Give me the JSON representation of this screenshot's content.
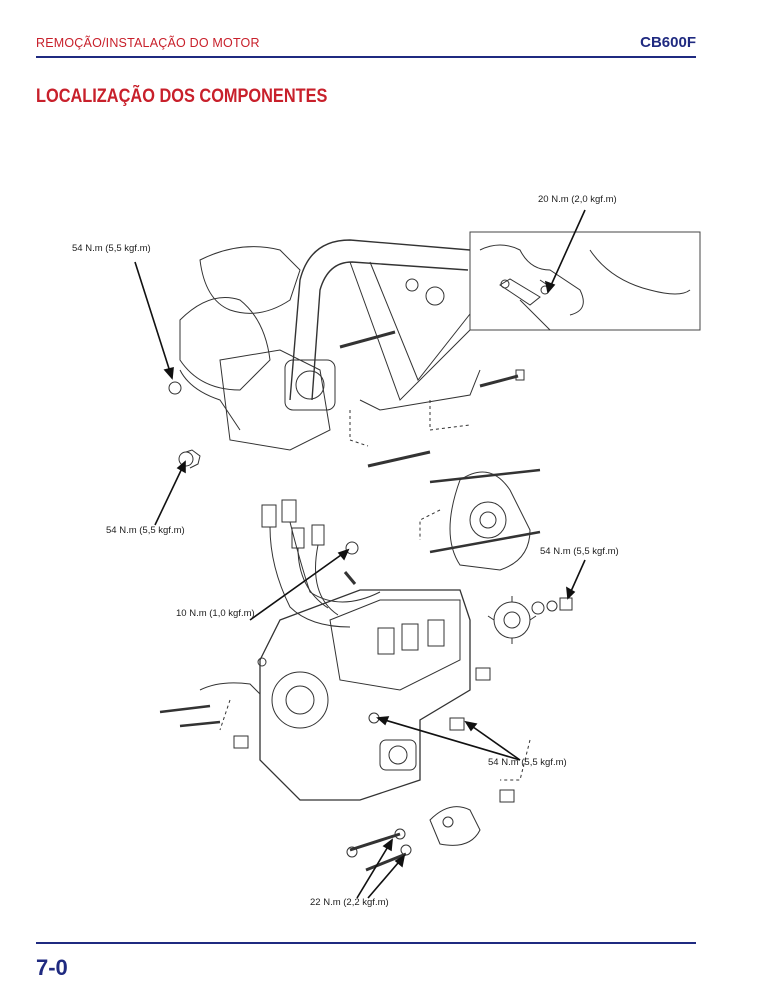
{
  "header": {
    "section": "REMOÇÃO/INSTALAÇÃO DO MOTOR",
    "model": "CB600F"
  },
  "title": "LOCALIZAÇÃO DOS COMPONENTES",
  "torque_labels": [
    "20 N.m (2,0 kgf.m)",
    "54 N.m (5,5 kgf.m)",
    "54 N.m (5,5 kgf.m)",
    "54 N.m (5,5 kgf.m)",
    "10 N.m (1,0 kgf.m)",
    "54 N.m (5,5 kgf.m)",
    "22 N.m (2,2 kgf.m)"
  ],
  "footer": {
    "page": "7-0"
  },
  "colors": {
    "accent_red": "#c8202b",
    "accent_blue": "#1f2a80"
  }
}
